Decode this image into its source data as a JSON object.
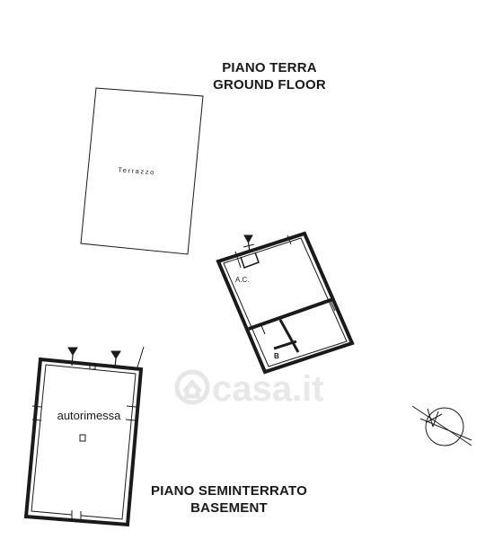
{
  "headings": {
    "ground_it": "PIANO TERRA",
    "ground_en": "GROUND FLOOR",
    "basement_it": "PIANO SEMINTERRATO",
    "basement_en": "BASEMENT"
  },
  "rooms": {
    "terrace": "Terrazzo",
    "ac": "A.C.",
    "bath": "B",
    "garage": "autorimessa"
  },
  "watermark": "casa.it",
  "colors": {
    "line": "#1a1a1a",
    "watermark": "#e6e6e6"
  }
}
